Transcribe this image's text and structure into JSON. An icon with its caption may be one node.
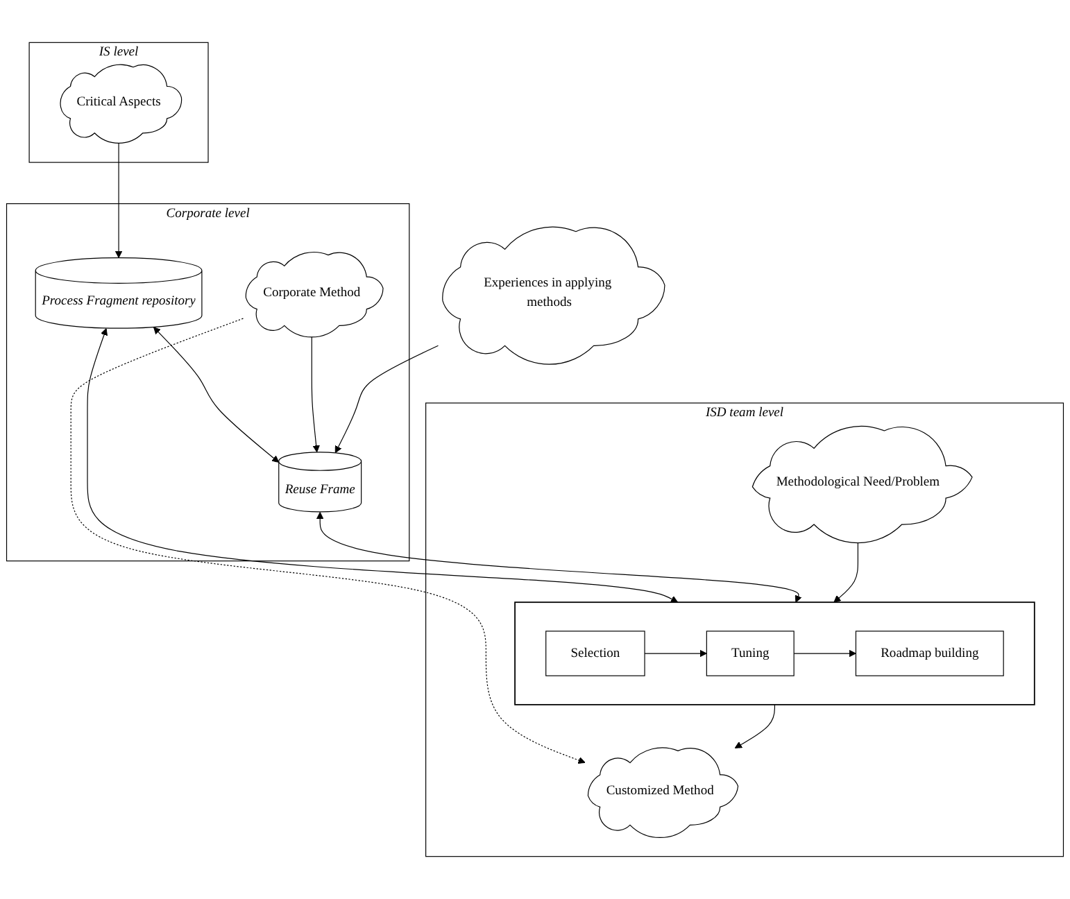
{
  "diagram": {
    "nodes": [
      {
        "text": [
          "IS level"
        ]
      },
      {
        "text": [
          "Critical Aspects"
        ],
        "in": 0
      },
      {
        "text": [
          "Corporate level"
        ]
      },
      {
        "text": [
          "Process Fragment repository"
        ],
        "in": 2
      },
      {
        "text": [
          "Reuse Frame"
        ],
        "in": 2
      },
      {
        "text": [
          "Corporate Method"
        ],
        "in": 2
      },
      {
        "text": [
          "Experiences in applying methods"
        ]
      },
      {
        "text": [
          "ISD team level"
        ]
      },
      {
        "text": [
          "Methodological Need/Problem"
        ],
        "in": 7
      },
      {
        "text": [],
        "shape": "box",
        "in": 7
      },
      {
        "text": [
          "Selection"
        ],
        "in": 9
      },
      {
        "text": [
          "Tuning"
        ],
        "in": 9
      },
      {
        "text": [
          "Roadmap building"
        ],
        "in": 9
      },
      {
        "text": [
          "Customized Method"
        ],
        "in": 7
      }
    ],
    "edges": [
      {
        "from": 1,
        "to": 3,
        "arrow": "to"
      },
      {
        "from": 3,
        "to": 4,
        "arrow": "both"
      },
      {
        "from": 5,
        "to": 4,
        "arrow": "to"
      },
      {
        "from": 6,
        "to": 4,
        "arrow": "to"
      },
      {
        "from": 3,
        "to": 9,
        "arrow": "both"
      },
      {
        "from": 4,
        "to": 9,
        "arrow": "both"
      },
      {
        "from": 8,
        "to": 9,
        "arrow": "to"
      },
      {
        "from": 10,
        "to": 11,
        "arrow": "to"
      },
      {
        "from": 11,
        "to": 12,
        "arrow": "to"
      },
      {
        "from": 9,
        "to": 13,
        "arrow": "to"
      },
      {
        "from": 5,
        "to": 13,
        "arrow": "to",
        "style": "dashed"
      }
    ]
  }
}
